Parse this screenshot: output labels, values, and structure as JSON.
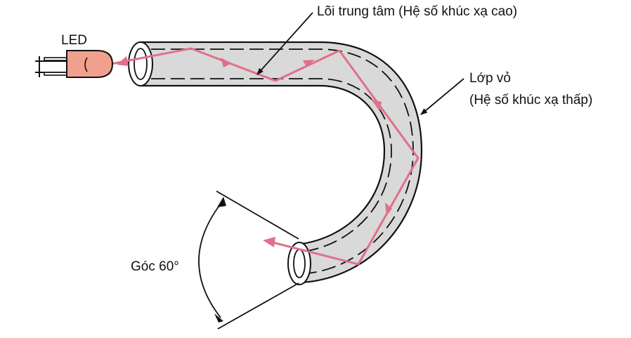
{
  "labels": {
    "led": "LED",
    "core": "Lõi trung tâm (Hệ số khúc xạ cao)",
    "cladding_line1": "Lớp vỏ",
    "cladding_line2": "(Hệ số khúc xạ thấp)",
    "angle": "Góc 60°"
  },
  "colors": {
    "fiber_fill": "#d9d9d9",
    "outline": "#111111",
    "ray": "#e0708a",
    "led_body": "#f0a08c"
  },
  "icons": {
    "led": "led-icon"
  }
}
